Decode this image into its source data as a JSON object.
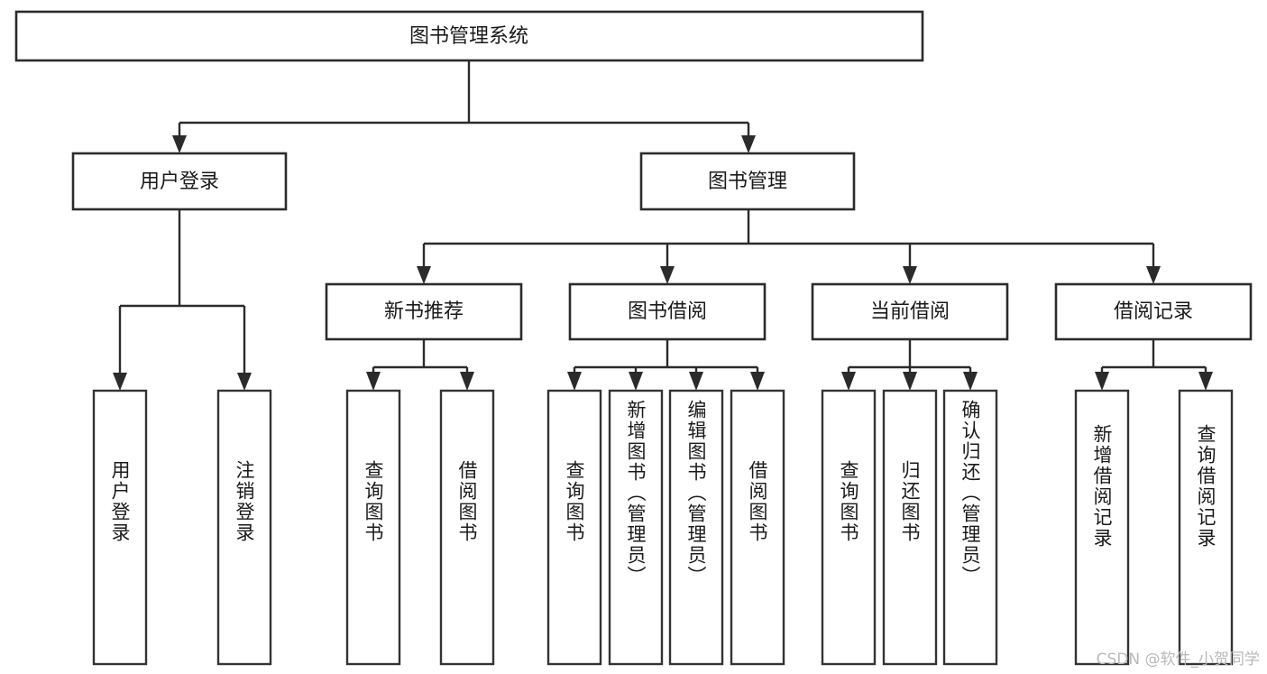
{
  "page": {
    "title": "图书管理系统 功能结构图",
    "background_color": "#ffffff",
    "line_color": "#2b2b2b",
    "text_color": "#1a1a1a",
    "watermark": "CSDN @软件_小贺同学"
  },
  "diagram": {
    "type": "tree",
    "orientation": "top-down",
    "root": {
      "id": "root",
      "label": "图书管理系统",
      "level": 0
    },
    "level1": [
      {
        "id": "user-login",
        "label": "用户登录",
        "level": 1
      },
      {
        "id": "book-management",
        "label": "图书管理",
        "level": 1
      }
    ],
    "level2": [
      {
        "id": "new-book-recommend",
        "label": "新书推荐",
        "level": 2,
        "parent": "book-management"
      },
      {
        "id": "book-borrow",
        "label": "图书借阅",
        "level": 2,
        "parent": "book-management"
      },
      {
        "id": "current-borrow",
        "label": "当前借阅",
        "level": 2,
        "parent": "book-management"
      },
      {
        "id": "borrow-record",
        "label": "借阅记录",
        "level": 2,
        "parent": "book-management"
      }
    ],
    "leaves": [
      {
        "id": "leaf-user-login",
        "label": "用户登录",
        "parent": "user-login"
      },
      {
        "id": "leaf-logout",
        "label": "注销登录",
        "parent": "user-login"
      },
      {
        "id": "leaf-query-book-1",
        "label": "查询图书",
        "parent": "new-book-recommend"
      },
      {
        "id": "leaf-borrow-book-1",
        "label": "借阅图书",
        "parent": "new-book-recommend"
      },
      {
        "id": "leaf-query-book-2",
        "label": "查询图书",
        "parent": "book-borrow"
      },
      {
        "id": "leaf-add-book",
        "label": "新增图书（管理员）",
        "parent": "book-borrow"
      },
      {
        "id": "leaf-edit-book",
        "label": "编辑图书（管理员）",
        "parent": "book-borrow"
      },
      {
        "id": "leaf-borrow-book-2",
        "label": "借阅图书",
        "parent": "book-borrow"
      },
      {
        "id": "leaf-query-book-3",
        "label": "查询图书",
        "parent": "current-borrow"
      },
      {
        "id": "leaf-return-book",
        "label": "归还图书",
        "parent": "current-borrow"
      },
      {
        "id": "leaf-confirm-return",
        "label": "确认归还（管理员）",
        "parent": "current-borrow"
      },
      {
        "id": "leaf-add-record",
        "label": "新增借阅记录",
        "parent": "borrow-record"
      },
      {
        "id": "leaf-query-record",
        "label": "查询借阅记录",
        "parent": "borrow-record"
      }
    ]
  }
}
